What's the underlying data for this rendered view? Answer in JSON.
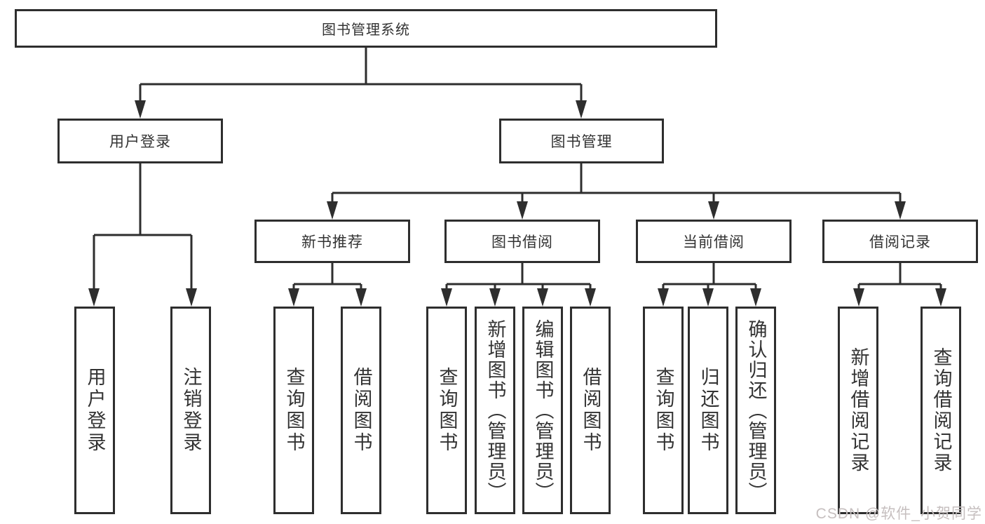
{
  "diagram_title": "图书管理系统",
  "watermark": "CSDN @软件_小贺同学",
  "colors": {
    "line": "#2e2e2e",
    "text": "#333333",
    "background": "#ffffff",
    "watermark": "#c6bfbf"
  },
  "tree": {
    "label": "图书管理系统",
    "children": [
      {
        "label": "用户登录",
        "children": [
          {
            "label": "用户登录"
          },
          {
            "label": "注销登录"
          }
        ]
      },
      {
        "label": "图书管理",
        "children": [
          {
            "label": "新书推荐",
            "children": [
              {
                "label": "查询图书"
              },
              {
                "label": "借阅图书"
              }
            ]
          },
          {
            "label": "图书借阅",
            "children": [
              {
                "label": "查询图书"
              },
              {
                "label": "新增图书（管理员）"
              },
              {
                "label": "编辑图书（管理员）"
              },
              {
                "label": "借阅图书"
              }
            ]
          },
          {
            "label": "当前借阅",
            "children": [
              {
                "label": "查询图书"
              },
              {
                "label": "归还图书"
              },
              {
                "label": "确认归还（管理员）"
              }
            ]
          },
          {
            "label": "借阅记录",
            "children": [
              {
                "label": "新增借阅记录"
              },
              {
                "label": "查询借阅记录"
              }
            ]
          }
        ]
      }
    ]
  }
}
